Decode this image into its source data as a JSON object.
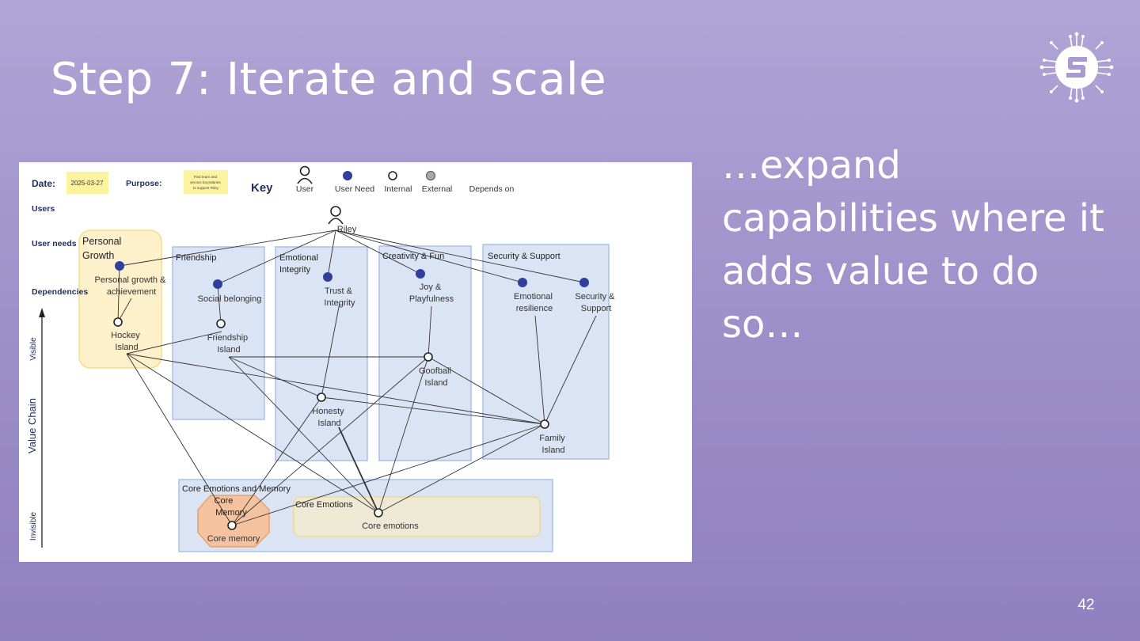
{
  "slide": {
    "title": "Step 7: Iterate and scale",
    "side_text": "…expand capabilities where it adds value to do so…",
    "page_number": "42",
    "logo_icon": "circuit-s-logo-icon"
  },
  "map": {
    "date_label": "Date:",
    "date_value": "2025-03-27",
    "purpose_label": "Purpose:",
    "purpose_value": [
      "Find team and",
      "service boundaries",
      "to support Riley"
    ],
    "key_title": "Key",
    "key_items": {
      "user": "User",
      "user_need": "User Need",
      "internal": "Internal",
      "external": "External",
      "depends_on": "Depends on"
    },
    "row_labels": {
      "users": "Users",
      "user_needs": "User needs",
      "dependencies": "Dependencies"
    },
    "axis": {
      "value_chain": "Value Chain",
      "visible": "Visible",
      "invisible": "Invisible"
    },
    "groups": {
      "personal_growth": [
        "Personal",
        "Growth"
      ],
      "friendship": "Friendship",
      "emotional_integrity": [
        "Emotional",
        "Integrity"
      ],
      "creativity": "Creativity & Fun",
      "security": "Security & Support",
      "core_emotions_memory": "Core Emotions and Memory",
      "core_emotions": "Core Emotions",
      "core_memory": [
        "Core",
        "Memory"
      ]
    },
    "nodes": {
      "riley": "Riley",
      "personal_growth": [
        "Personal growth &",
        "achievement"
      ],
      "social_belonging": "Social belonging",
      "trust": [
        "Trust &",
        "Integrity"
      ],
      "joy": [
        "Joy &",
        "Playfulness"
      ],
      "emotional_resilience": [
        "Emotional",
        "resilience"
      ],
      "security": [
        "Security &",
        "Support"
      ],
      "hockey": [
        "Hockey",
        "Island"
      ],
      "friendship": [
        "Friendship",
        "Island"
      ],
      "goofball": [
        "Goofball",
        "Island"
      ],
      "honesty": [
        "Honesty",
        "Island"
      ],
      "family": [
        "Family",
        "Island"
      ],
      "core_memory": "Core memory",
      "core_emotions": "Core emotions"
    },
    "colors": {
      "user_need": "#2e3f9e",
      "external": "#a8a8a8",
      "group_fill": "#dbe4f5",
      "group_stroke": "#a9c1e8",
      "personal_fill": "#fdf1cc",
      "core_emotions_fill": "#eee9d4",
      "core_memory_fill": "#f4c29e",
      "date_note": "#fdf3a0"
    }
  }
}
